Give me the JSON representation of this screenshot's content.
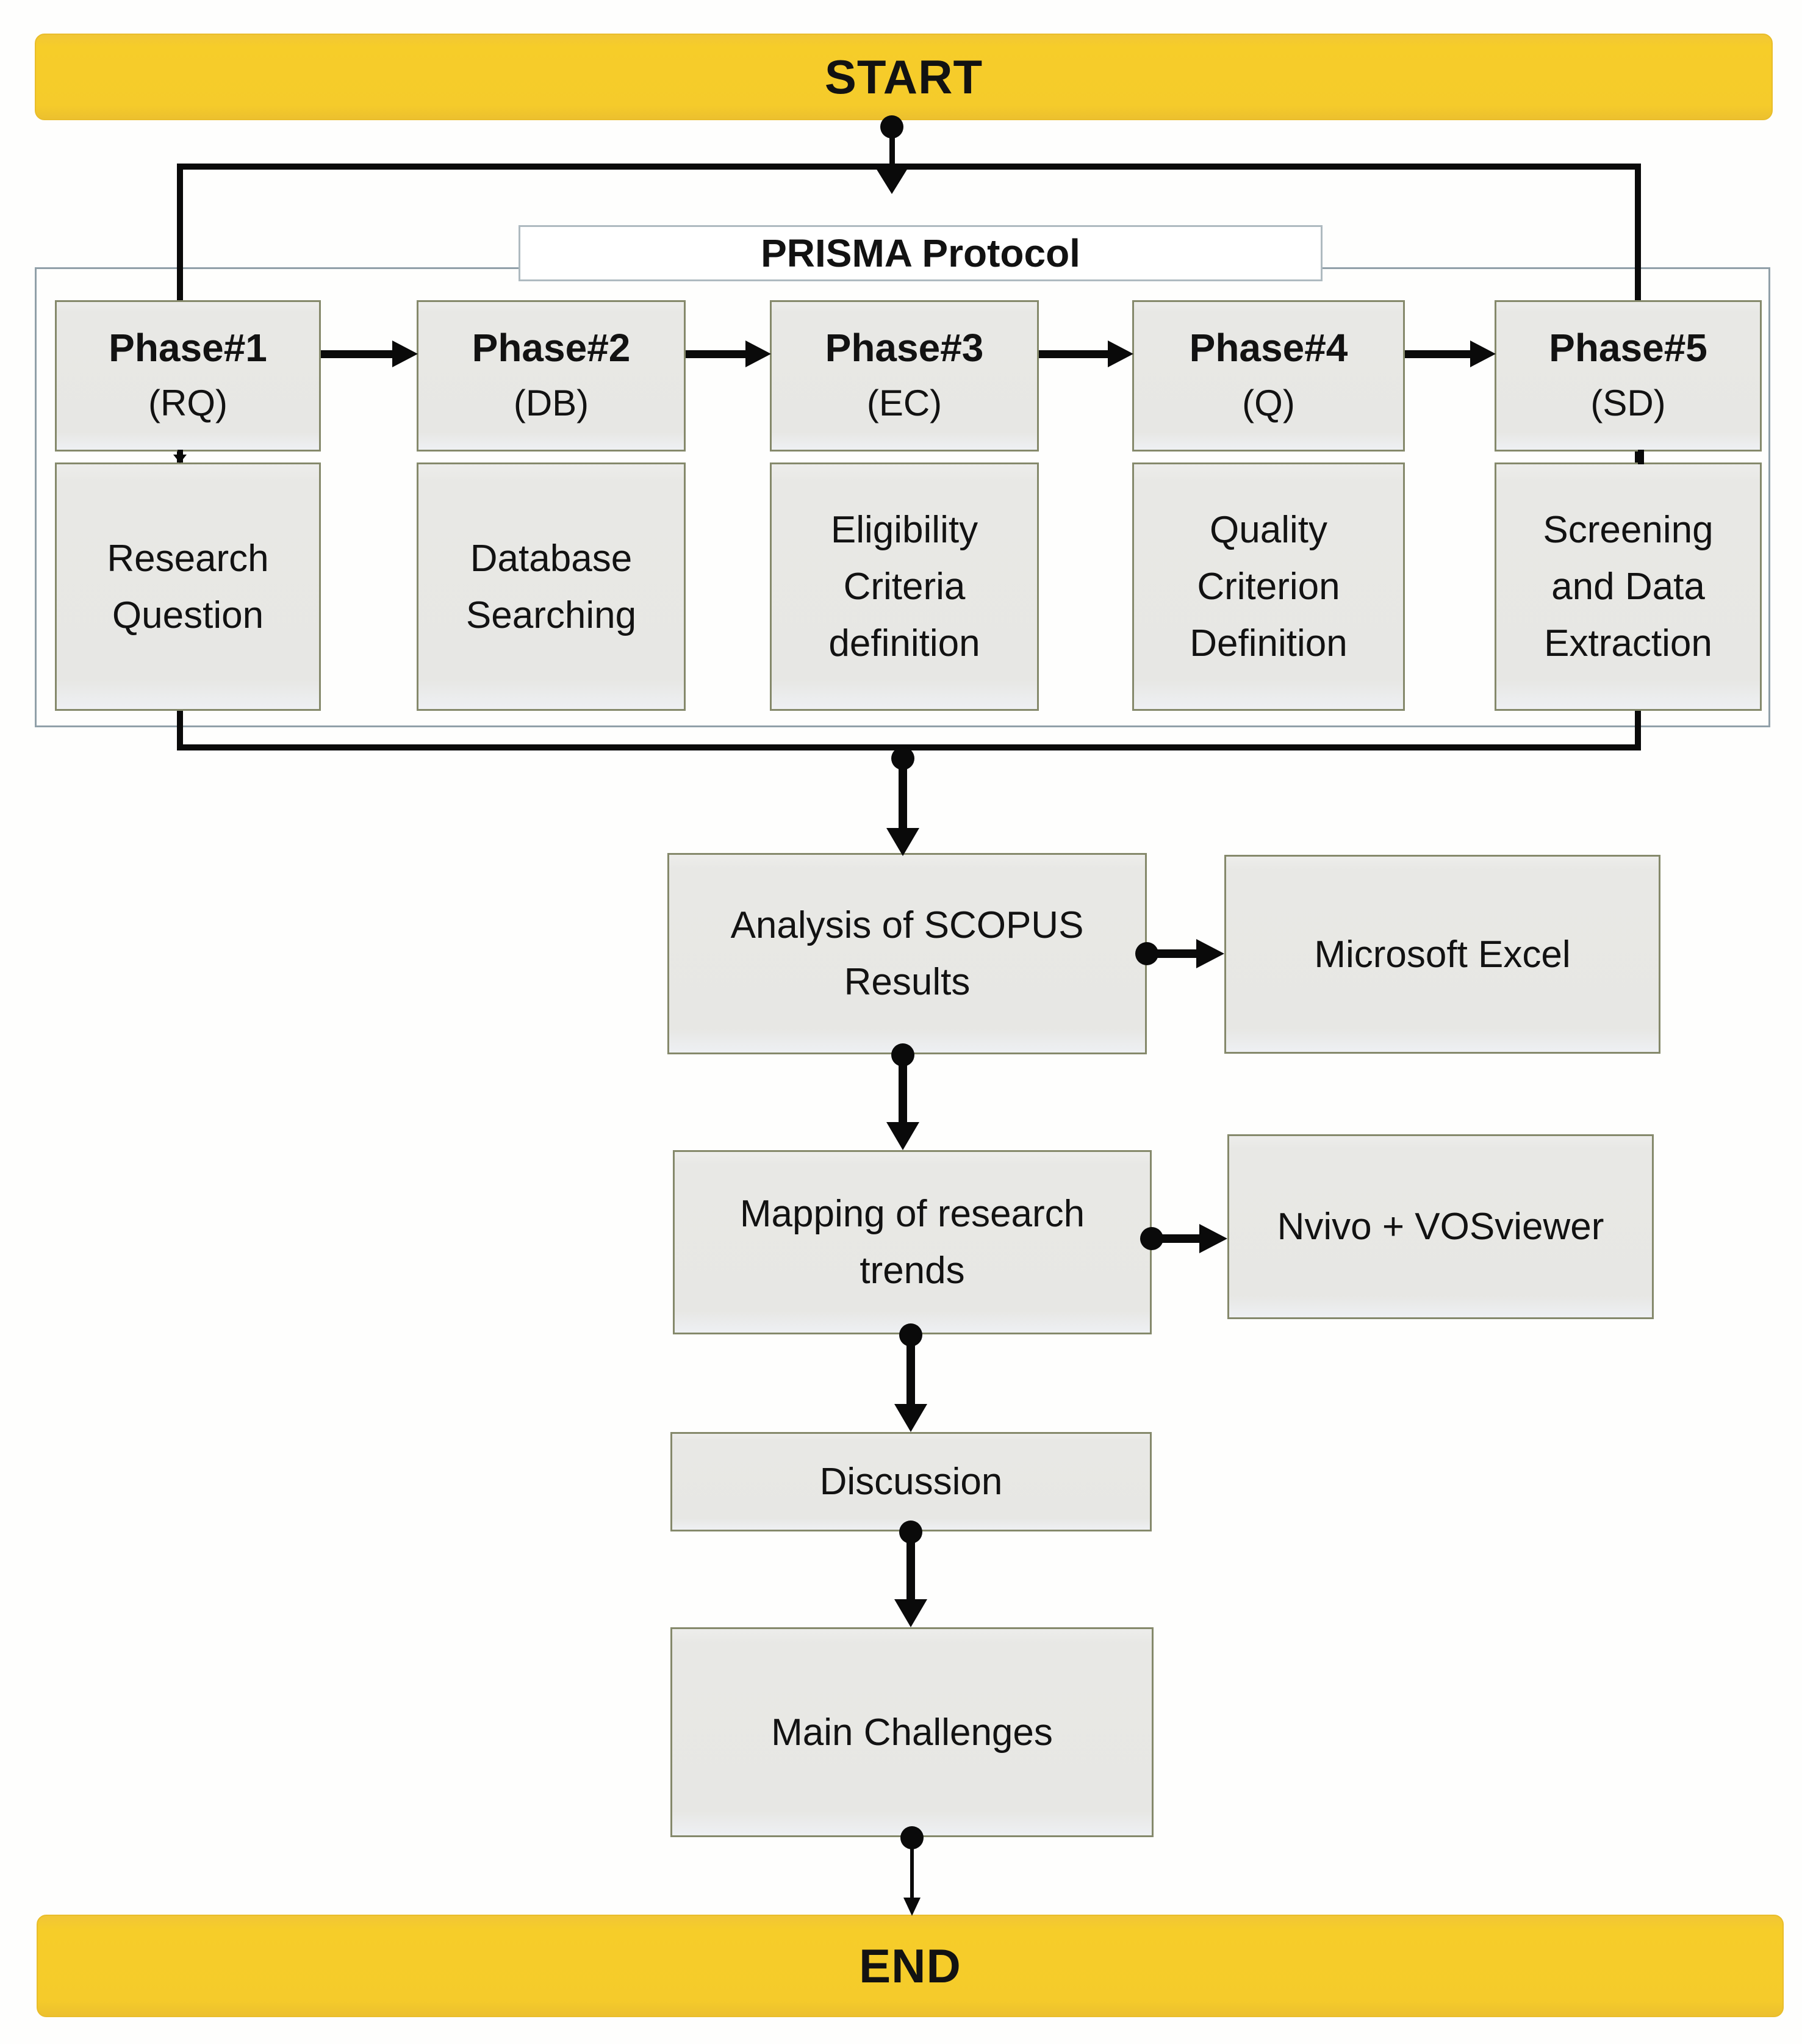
{
  "banners": {
    "start": "START",
    "end": "END"
  },
  "prisma": {
    "label": "PRISMA Protocol",
    "phases": [
      {
        "title": "Phase#1",
        "code": "(RQ)",
        "description": "Research\nQuestion"
      },
      {
        "title": "Phase#2",
        "code": "(DB)",
        "description": "Database\nSearching"
      },
      {
        "title": "Phase#3",
        "code": "(EC)",
        "description": "Eligibility\nCriteria\ndefinition"
      },
      {
        "title": "Phase#4",
        "code": "(Q)",
        "description": "Quality\nCriterion\nDefinition"
      },
      {
        "title": "Phase#5",
        "code": "(SD)",
        "description": "Screening\nand Data\nExtraction"
      }
    ]
  },
  "flow": [
    {
      "label": "Analysis of SCOPUS\nResults",
      "tool": "Microsoft Excel"
    },
    {
      "label": "Mapping of research\ntrends",
      "tool": "Nvivo + VOSviewer"
    },
    {
      "label": "Discussion"
    },
    {
      "label": "Main Challenges"
    }
  ],
  "colors": {
    "banner_yellow": "#f5cb2b",
    "box_fill": "#e8e8e5",
    "box_border": "#85896b",
    "container_border": "#91a0a9",
    "connector_black": "#0a0a0a"
  }
}
